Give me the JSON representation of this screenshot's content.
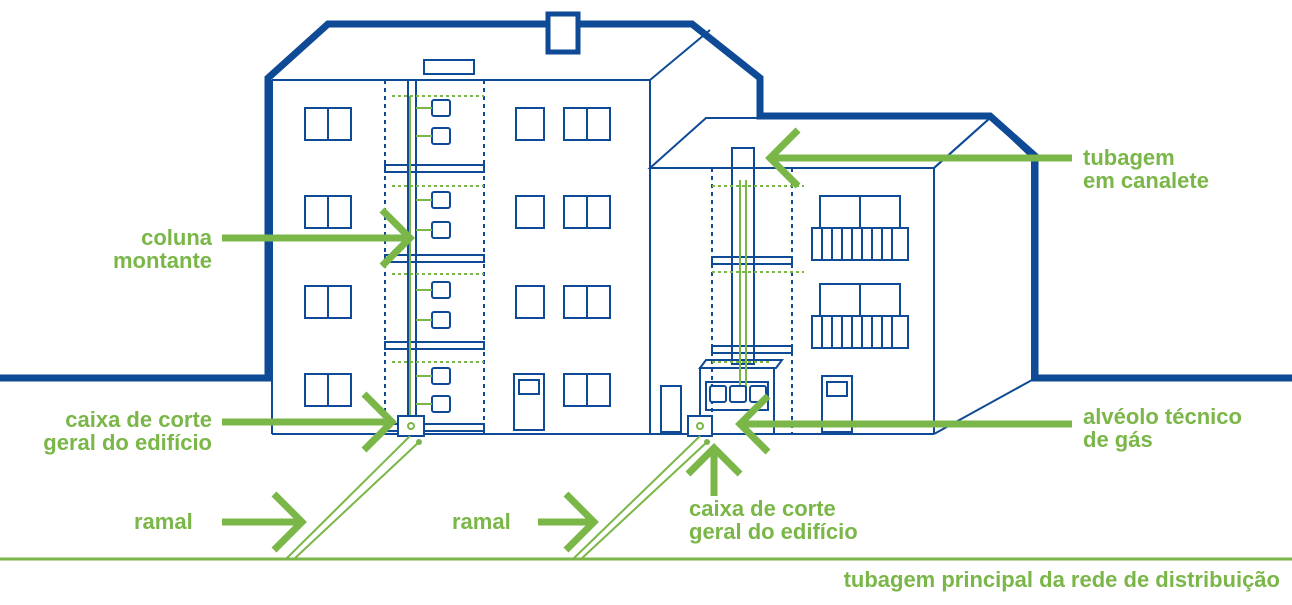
{
  "labels": {
    "coluna_montante": [
      "coluna",
      "montante"
    ],
    "caixa_left": [
      "caixa de corte",
      "geral do edifício"
    ],
    "ramal_left": "ramal",
    "ramal_mid": "ramal",
    "caixa_mid": [
      "caixa de corte",
      "geral do edifício"
    ],
    "tubagem_canalete": [
      "tubagem",
      "em canalete"
    ],
    "alveolo": [
      "alvéolo técnico",
      "de gás"
    ],
    "tubagem_principal": "tubagem principal da rede de distribuição"
  },
  "colors": {
    "navy": "#0e4a96",
    "green": "#7ab648",
    "white": "#ffffff"
  }
}
